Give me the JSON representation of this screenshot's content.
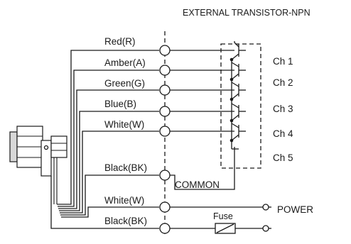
{
  "title": "EXTERNAL TRANSISTOR-NPN",
  "wires": [
    {
      "label": "Red(R)"
    },
    {
      "label": "Amber(A)"
    },
    {
      "label": "Green(G)"
    },
    {
      "label": "Blue(B)"
    },
    {
      "label": "White(W)"
    },
    {
      "label": "Black(BK)"
    },
    {
      "label": "White(W)"
    },
    {
      "label": "Black(BK)"
    }
  ],
  "channels": [
    "Ch 1",
    "Ch 2",
    "Ch 3",
    "Ch 4",
    "Ch 5"
  ],
  "common_label": "COMMON",
  "power_label": "POWER",
  "fuse_label": "Fuse"
}
